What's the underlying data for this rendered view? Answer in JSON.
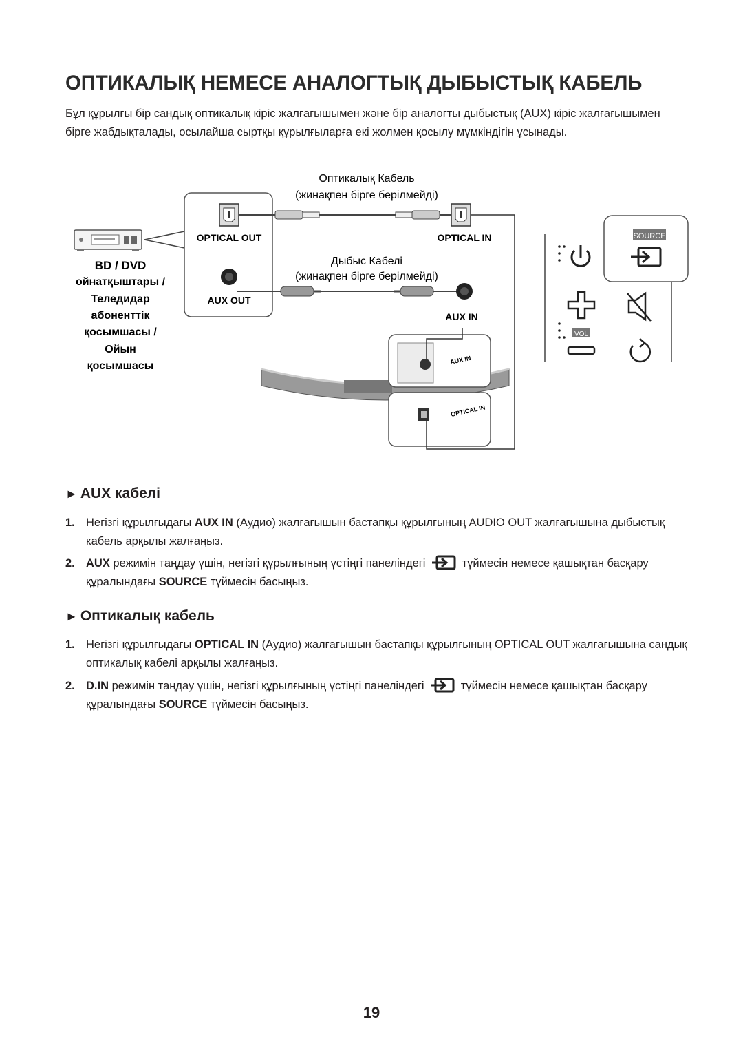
{
  "title": "ОПТИКАЛЫҚ НЕМЕСЕ АНАЛОГТЫҚ ДЫБЫСТЫҚ КАБЕЛЬ",
  "intro": "Бұл құрылғы бір сандық оптикалық кіріс жалғағышымен және бір аналогты дыбыстық (AUX) кіріс жалғағышымен бірге жабдықталады, осылайша сыртқы құрылғыларға екі жолмен қосылу мүмкіндігін ұсынады.",
  "diagram": {
    "optical_cable_label": "Оптикалық Кабель",
    "optical_cable_note": "(жинақпен бірге берілмейді)",
    "audio_cable_label": "Дыбыс Кабелі",
    "audio_cable_note": "(жинақпен бірге берілмейді)",
    "optical_out": "OPTICAL OUT",
    "aux_out": "AUX OUT",
    "optical_in": "OPTICAL IN",
    "aux_in": "AUX IN",
    "aux_in_port": "AUX IN",
    "optical_in_port": "OPTICAL IN",
    "device_label_bold": "BD / DVD",
    "device_lines": [
      "ойнатқыштары /",
      "Теледидар",
      "абоненттік",
      "қосымшасы /",
      "Ойын",
      "қосымшасы"
    ],
    "source_label": "SOURCE",
    "vol_label": "VOL"
  },
  "aux_section": {
    "heading": "AUX кабелі",
    "arrow": "►",
    "step1": {
      "num": "1.",
      "pre": "Негізгі құрылғыдағы ",
      "bold": "AUX IN",
      "post": " (Аудио) жалғағышын бастапқы құрылғының AUDIO OUT жалғағышына дыбыстық кабель арқылы жалғаңыз."
    },
    "step2": {
      "num": "2.",
      "bold1": "AUX",
      "pre": " режимін таңдау үшін, негізгі құрылғының үстіңгі панеліндегі ",
      "post": " түймесін немесе қашықтан басқару құралындағы ",
      "bold2": "SOURCE",
      "end": " түймесін басыңыз."
    }
  },
  "optical_section": {
    "heading": "Оптикалық кабель",
    "arrow": "►",
    "step1": {
      "num": "1.",
      "pre": "Негізгі құрылғыдағы ",
      "bold": "OPTICAL IN",
      "post": " (Аудио) жалғағышын бастапқы құрылғының OPTICAL OUT жалғағышына сандық оптикалық кабелі арқылы жалғаңыз."
    },
    "step2": {
      "num": "2.",
      "bold1": "D.IN",
      "pre": " режимін таңдау үшін, негізгі құрылғының үстіңгі панеліндегі ",
      "post": " түймесін немесе қашықтан басқару құралындағы ",
      "bold2": "SOURCE",
      "end": " түймесін басыңыз."
    }
  },
  "page_number": "19"
}
